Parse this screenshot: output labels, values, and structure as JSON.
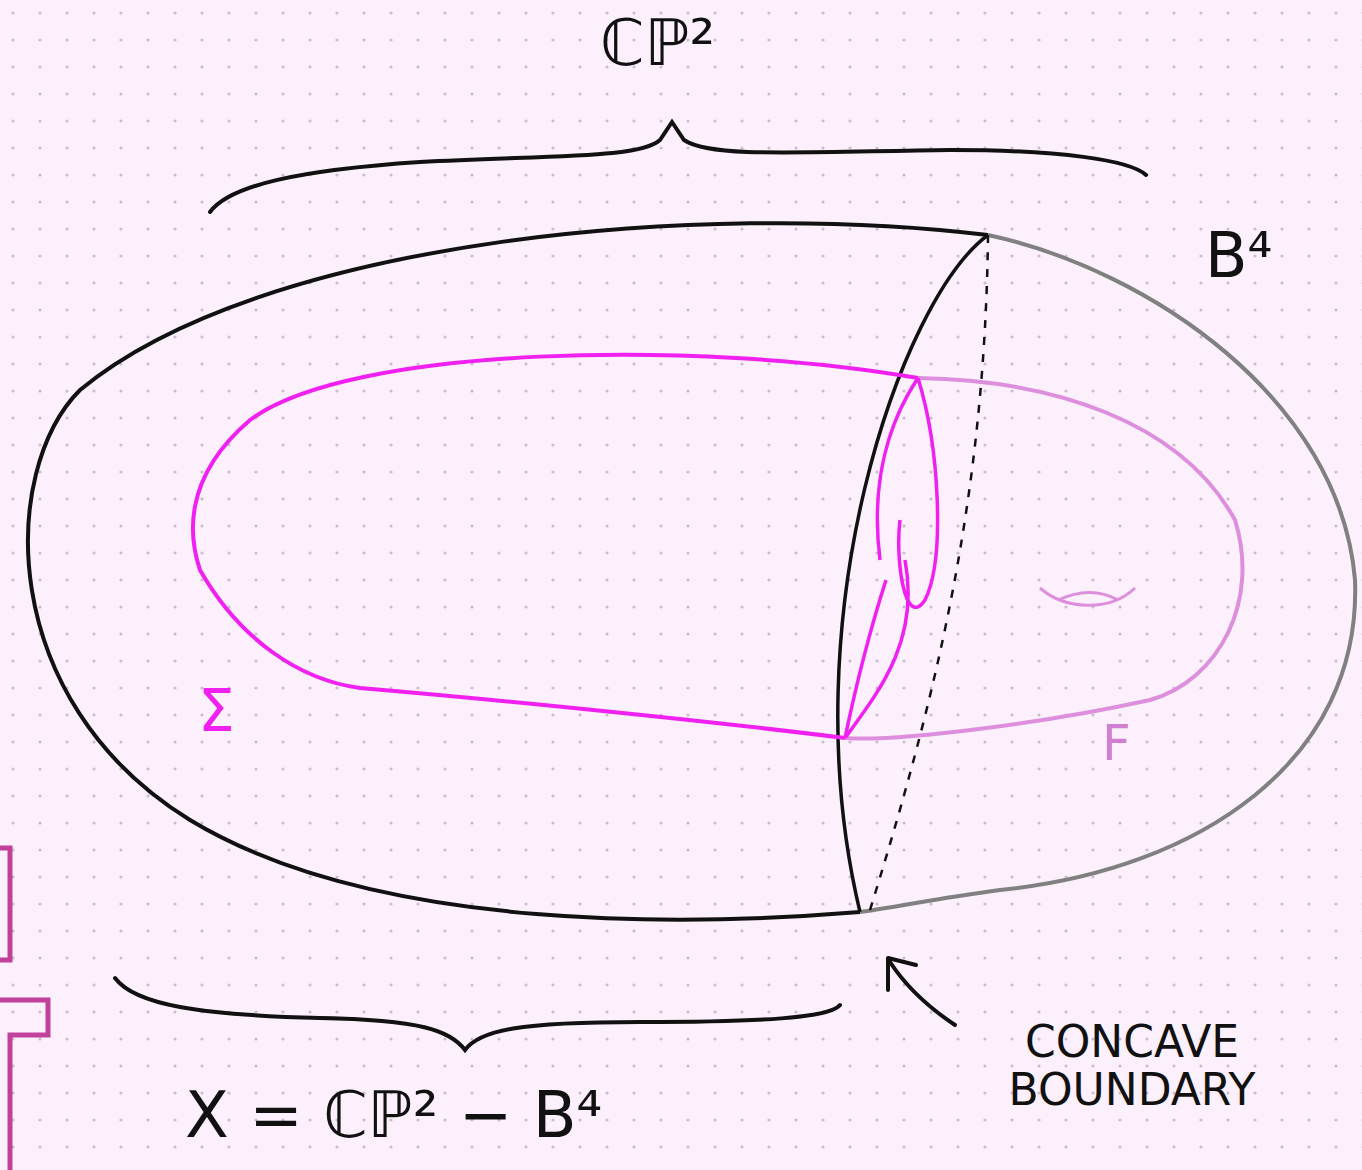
{
  "diagram": {
    "labels": [
      "ℂℙ²",
      "B⁴",
      "Σ",
      "F",
      "CONCAVE BOUNDARY",
      "X = ℂℙ² − B⁴"
    ]
  }
}
